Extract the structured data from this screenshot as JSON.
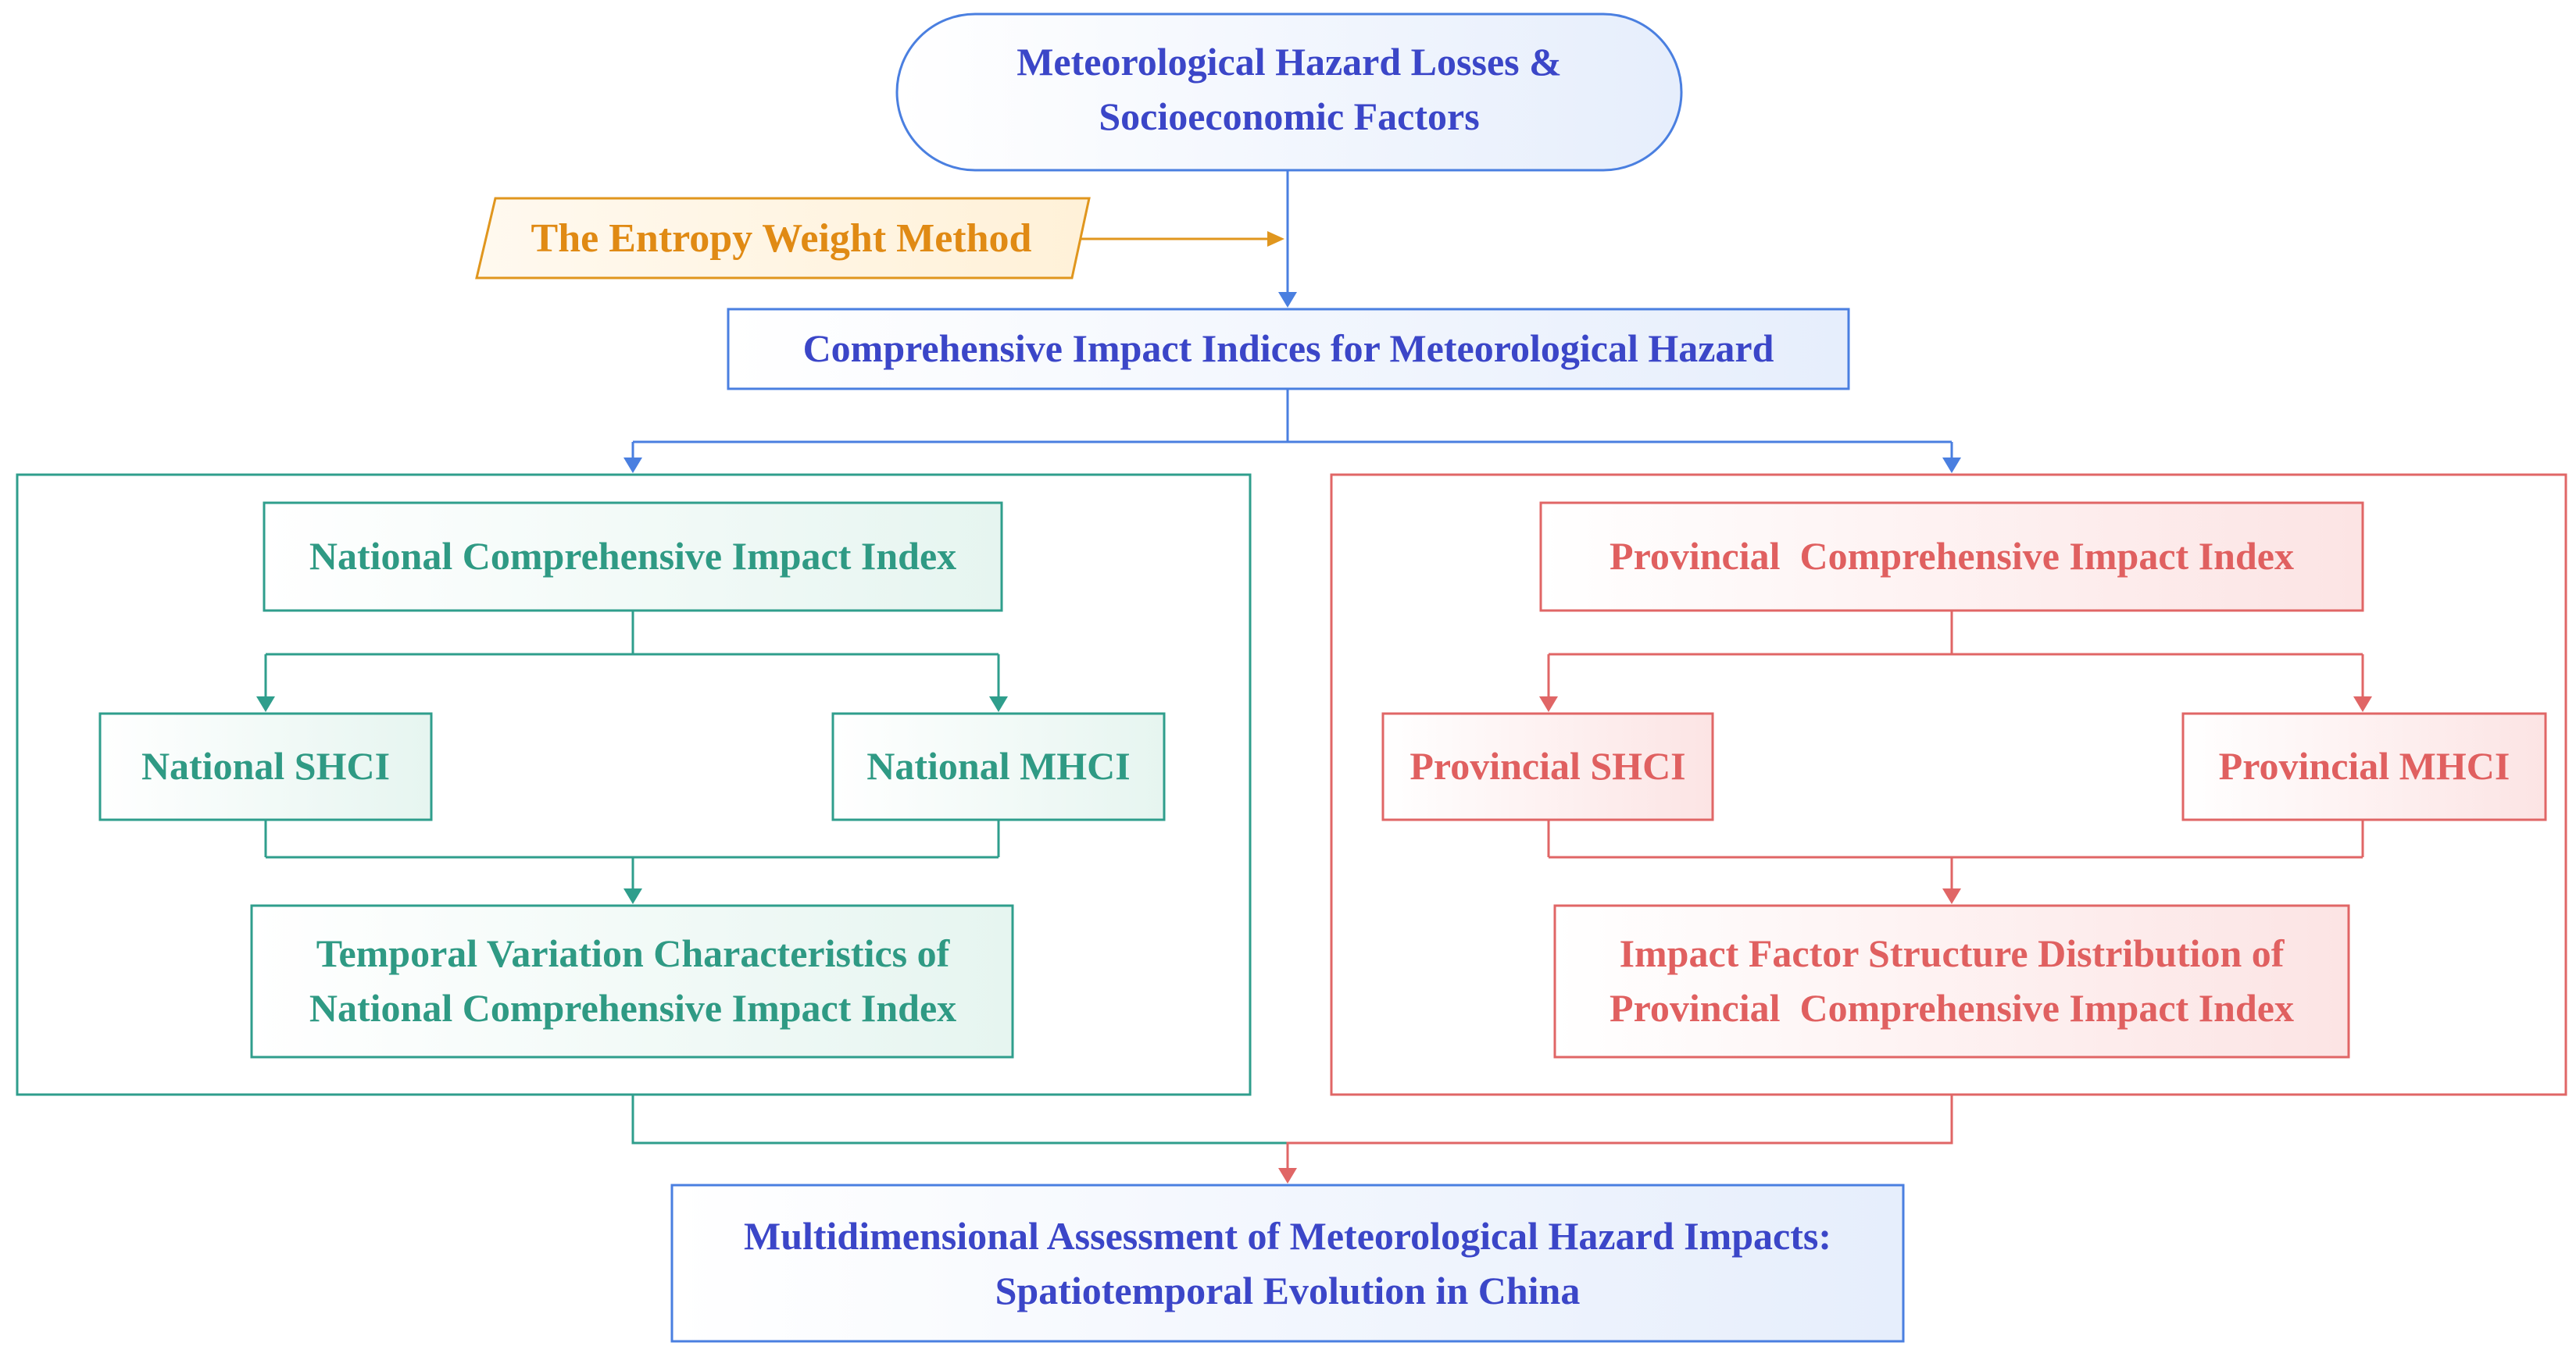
{
  "diagram": {
    "top_node": {
      "line1": "Meteorological Hazard Losses &",
      "line2": "Socioeconomic Factors"
    },
    "method_node": {
      "label": "The Entropy Weight Method"
    },
    "indices_node": {
      "label": "Comprehensive Impact Indices for Meteorological Hazard"
    },
    "national": {
      "index": "National Comprehensive Impact Index",
      "shci": "National SHCI",
      "mhci": "National MHCI",
      "result_line1": "Temporal Variation Characteristics of",
      "result_line2": "National Comprehensive Impact Index"
    },
    "provincial": {
      "index": "Provincial  Comprehensive Impact Index",
      "shci": "Provincial SHCI",
      "mhci": "Provincial MHCI",
      "result_line1": "Impact Factor Structure Distribution of",
      "result_line2": "Provincial  Comprehensive Impact Index"
    },
    "bottom_node": {
      "line1": "Multidimensional Assessment of Meteorological Hazard Impacts:",
      "line2": "Spatiotemporal Evolution in China"
    }
  },
  "colors": {
    "blue": "#4a7fe0",
    "blue_text": "#3b46c8",
    "blue_fill": "#eef3fd",
    "orange": "#e0961e",
    "orange_text": "#e08a14",
    "orange_fill": "#fff6e6",
    "green": "#2f9e8c",
    "green_text": "#2f9a84",
    "green_fill": "#eef8f5",
    "red": "#e06666",
    "red_text": "#e06060",
    "red_fill": "#fdeeee"
  }
}
